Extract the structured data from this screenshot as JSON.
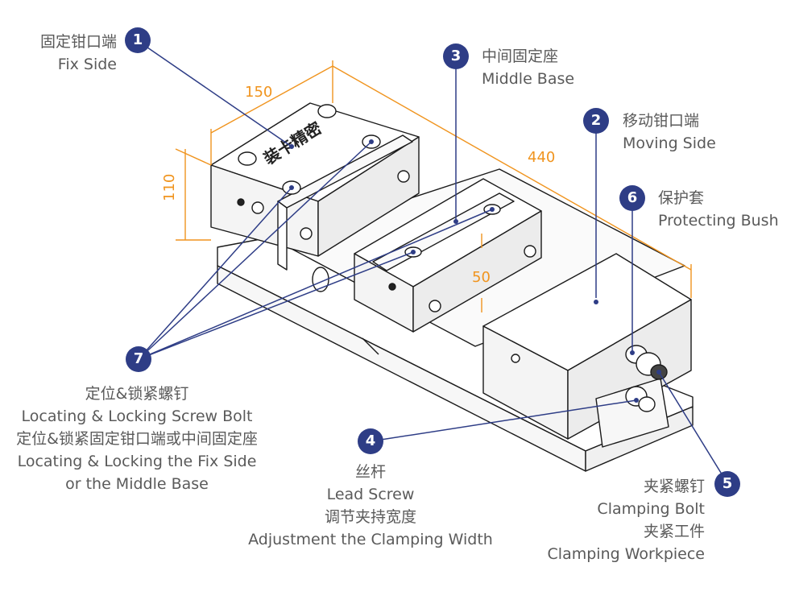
{
  "callouts": [
    {
      "num": "1",
      "zh": "固定钳口端",
      "en": "Fix Side"
    },
    {
      "num": "2",
      "zh": "移动钳口端",
      "en": "Moving Side"
    },
    {
      "num": "3",
      "zh": "中间固定座",
      "en": "Middle Base"
    },
    {
      "num": "4",
      "zh1": "丝杆",
      "en1": "Lead Screw",
      "zh2": "调节夹持宽度",
      "en2": "Adjustment the Clamping Width"
    },
    {
      "num": "5",
      "zh1": "夹紧螺钉",
      "en1": "Clamping Bolt",
      "zh2": "夹紧工件",
      "en2": "Clamping Workpiece"
    },
    {
      "num": "6",
      "zh": "保护套",
      "en": "Protecting Bush"
    },
    {
      "num": "7",
      "zh1": "定位&锁紧螺钉",
      "en1": "Locating & Locking Screw  Bolt",
      "zh2": "定位&锁紧固定钳口端或中间固定座",
      "en2": "Locating & Locking the Fix Side",
      "en3": "or the Middle Base"
    }
  ],
  "dimensions": {
    "width": "150",
    "length": "440",
    "height": "110",
    "gap": "50"
  },
  "engraving": "装卡精密",
  "colors": {
    "badge": "#2e3d86",
    "leader": "#2e3d86",
    "dimension": "#f0941e",
    "text": "#5a5a5a",
    "outline": "#1a1a1a"
  }
}
